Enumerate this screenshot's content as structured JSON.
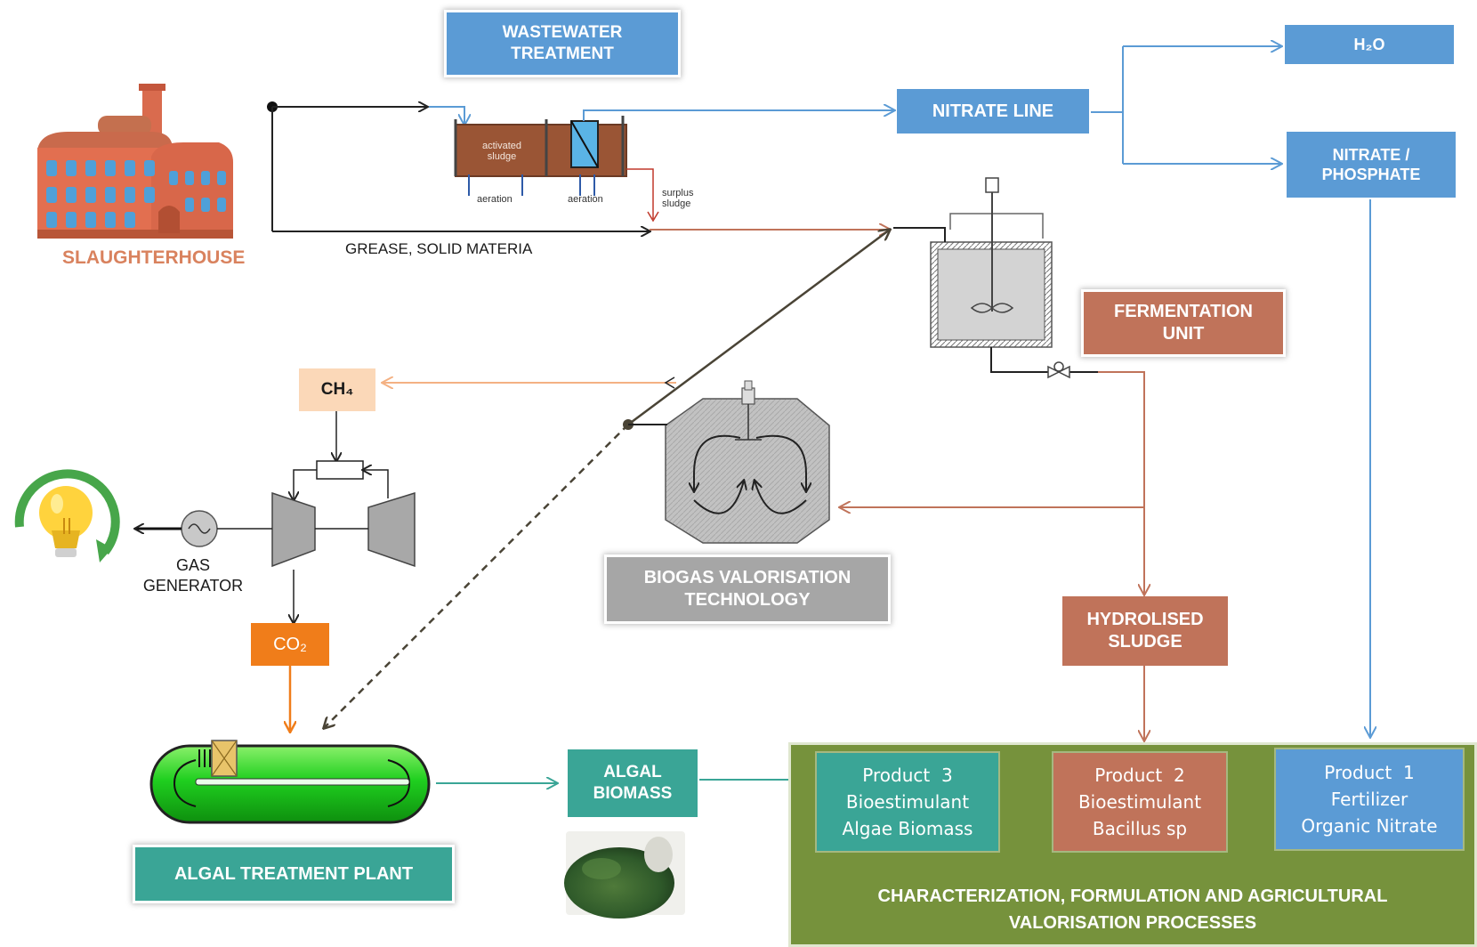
{
  "labels": {
    "slaughterhouse": "SLAUGHTERHOUSE",
    "wastewater_treatment": "WASTEWATER\nTREATMENT",
    "grease": "GREASE, SOLID MATERIA",
    "activated_sludge": "activated\nsludge",
    "aeration_1": "aeration",
    "aeration_2": "aeration",
    "surplus_sludge": "surplus\nsludge",
    "nitrate_line": "NITRATE LINE",
    "h2o": "H₂O",
    "nitrate_phosphate": "NITRATE /\nPHOSPHATE",
    "fermentation_unit": "FERMENTATION\nUNIT",
    "ch4": "CH₄",
    "gas_generator": "GAS\nGENERATOR",
    "co2": "CO₂",
    "biogas_valorisation": "BIOGAS VALORISATION\nTECHNOLOGY",
    "hydrolised_sludge": "HYDROLISED\nSLUDGE",
    "algal_treatment_plant": "ALGAL TREATMENT PLANT",
    "algal_biomass": "ALGAL\nBIOMASS",
    "characterization": "CHARACTERIZATION, FORMULATION AND AGRICULTURAL\nVALORISATION PROCESSES"
  },
  "products": [
    {
      "text": "Product  3\nBioestimulant\nAlgae Biomass",
      "color": "#3aa596"
    },
    {
      "text": "Product  2\nBioestimulant\nBacillus sp",
      "color": "#c0735a"
    },
    {
      "text": "Product  1\nFertilizer\nOrganic Nitrate",
      "color": "#5b9bd5"
    }
  ],
  "colors": {
    "blue": "#5b9bd5",
    "brown": "#c0735a",
    "teal": "#3aa596",
    "orange": "#f07d1a",
    "grey": "#a6a6a6",
    "olive_panel": "#76923c",
    "peach": "#fbd8b8"
  },
  "icons": [
    "factory-icon",
    "lightbulb-icon",
    "gas-turbine-icon",
    "fermenter-icon",
    "digester-icon",
    "algae-reactor-icon",
    "algae-powder-icon"
  ]
}
